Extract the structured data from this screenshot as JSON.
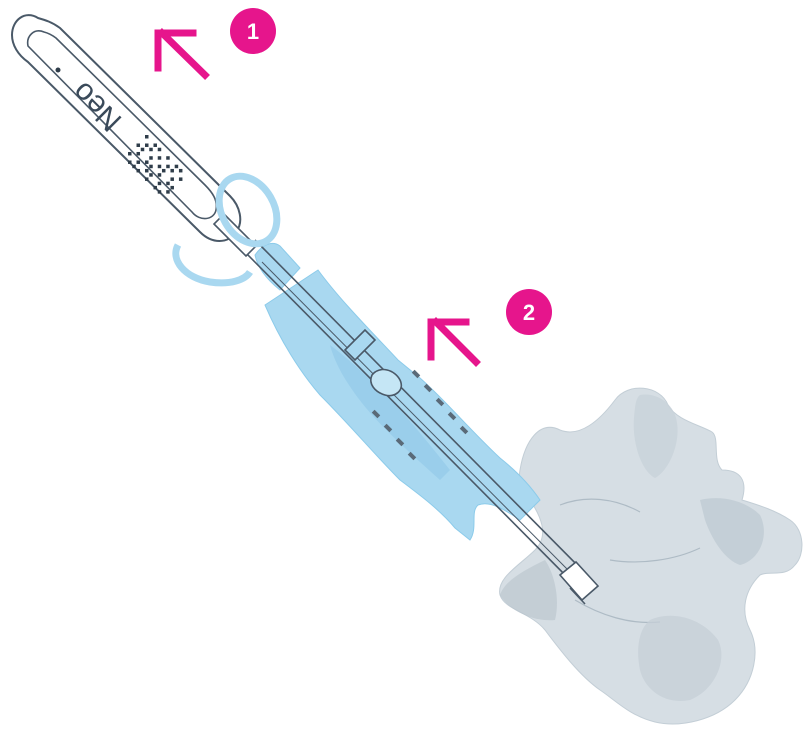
{
  "diagram": {
    "colors": {
      "accent": "#e6158c",
      "device_outline": "#4a5968",
      "sleeve_fill": "#a9d8f0",
      "sleeve_stroke": "#7cc3e6",
      "vertebra_fill": "#d6dee4",
      "vertebra_shadow": "#b7c3cc",
      "matrix_dots": "#2f3d4a"
    },
    "device": {
      "brand_label": "Neo"
    },
    "steps": [
      {
        "number": "1",
        "arrow": "up-left-arrow-icon"
      },
      {
        "number": "2",
        "arrow": "up-left-arrow-icon"
      }
    ]
  }
}
